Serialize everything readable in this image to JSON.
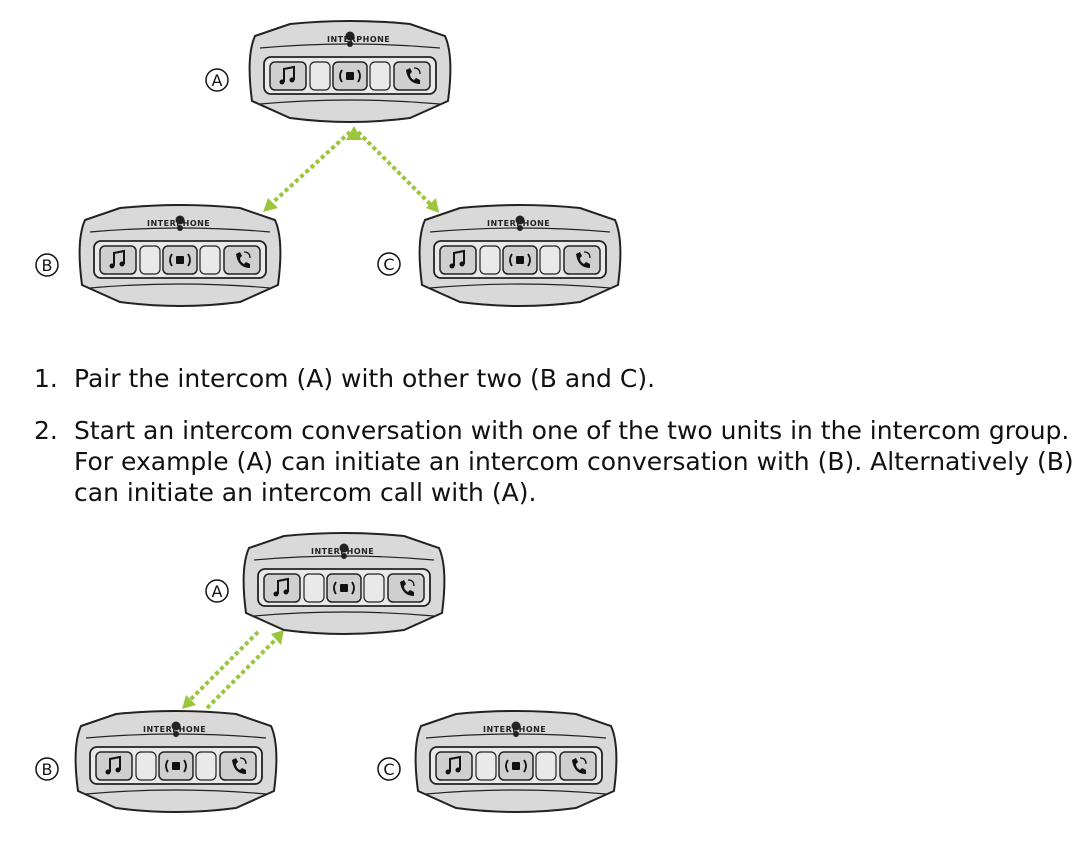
{
  "brand": "INTERPHONE",
  "labels": {
    "a": "A",
    "b": "B",
    "c": "C"
  },
  "steps": [
    {
      "num": "1.",
      "text": "Pair the intercom (A) with other two (B and C)."
    },
    {
      "num": "2.",
      "text": "Start an intercom conversation with one of the two units in the intercom group. For example (A) can initiate an intercom conversation with (B). Alternatively (B) can initiate an intercom call with (A)."
    }
  ],
  "colors": {
    "arrow": "#9BC53D",
    "device_body": "#d9d9d9",
    "outline": "#222222"
  },
  "icons": [
    "music-note-icon",
    "intercom-icon",
    "phone-icon"
  ]
}
